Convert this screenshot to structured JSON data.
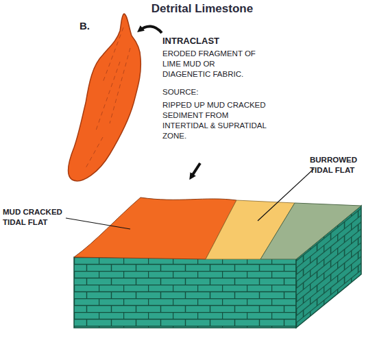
{
  "diagram": {
    "title": "Detrital Limestone",
    "labels": [
      "B.",
      "INTRACLAST",
      "ERODED FRAGMENT OF LIME MUD OR DIAGENETIC FABRIC.",
      "SOURCE:",
      "RIPPED UP MUD CRACKED SEDIMENT FROM INTERTIDAL & SUPRATIDAL ZONE.",
      "MUD CRACKED TIDAL FLAT",
      "BURROWED TIDAL FLAT"
    ]
  }
}
